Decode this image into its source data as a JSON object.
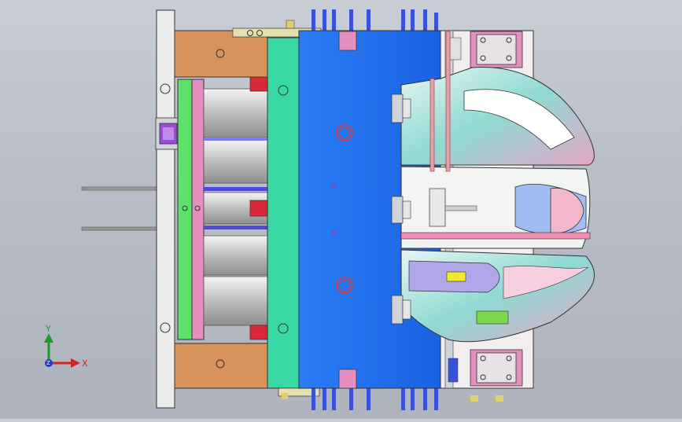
{
  "viewport": {
    "background_top": "#c9ced6",
    "background_bottom": "#aeb3bd"
  },
  "triad": {
    "x_label": "X",
    "y_label": "Y",
    "z_label": "Z"
  },
  "colors": {
    "base_plate": "#e8e8e8",
    "orange_block": "#d8935a",
    "green_plate": "#5ee06a",
    "pink_plate": "#e58ec0",
    "teal_plate": "#39d9a5",
    "blue_plate": "#1e6ef0",
    "cylinder": "#c9c9c9",
    "red_part": "#d82a3a",
    "pin": "#5a5ad0"
  }
}
